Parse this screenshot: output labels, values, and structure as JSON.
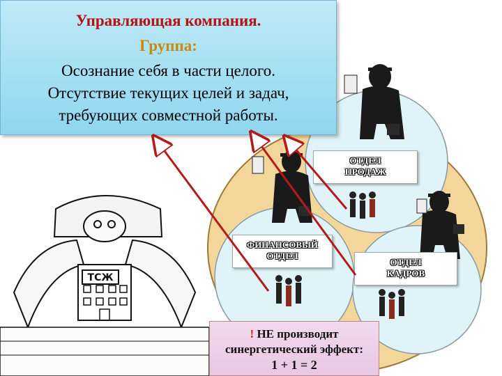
{
  "top_box": {
    "title": "Управляющая компания.",
    "subtitle": "Группа:",
    "line1": "Осознание себя в части целого.",
    "line2": "Отсутствие текущих целей и задач,",
    "line3": "требующих совместной работы."
  },
  "departments": {
    "sales": [
      "ОТДЕЛ",
      "ПРОДАЖ"
    ],
    "finance": [
      "ФИНАНСОВЫЙ",
      "ОТДЕЛ"
    ],
    "hr": [
      "ОТДЕЛ",
      "КАДРОВ"
    ]
  },
  "bottom_box": {
    "bang": "!",
    "line1": " НЕ производит",
    "line2": "синергетический эффект:",
    "line3": "1 + 1 = 2"
  },
  "illustration": {
    "sign_text": "ТСЖ"
  },
  "colors": {
    "top_box_fill": "#9fdcf2",
    "title_red": "#b51212",
    "subtitle_gold": "#c58a12",
    "outer_ellipse": "#f3d79a",
    "inner_circles": "#dff3f8",
    "arrow_red": "#b41a1a",
    "bottom_box_fill": "#ecd0e8"
  }
}
